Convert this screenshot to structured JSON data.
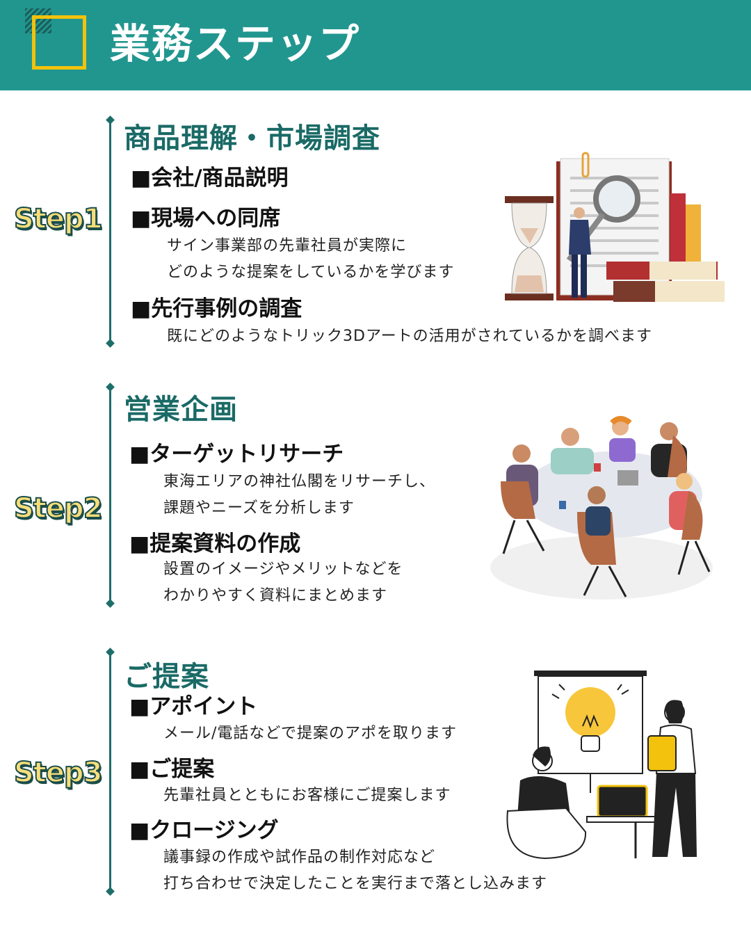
{
  "header": {
    "title": "業務ステップ"
  },
  "steps": [
    {
      "label": "Step1",
      "title": "商品理解・市場調査",
      "items": [
        {
          "title": "■会社/商品説明",
          "desc": []
        },
        {
          "title": "■現場への同席",
          "desc": [
            "サイン事業部の先輩社員が実際に",
            "どのような提案をしているかを学びます"
          ]
        },
        {
          "title": "■先行事例の調査",
          "desc": [
            "既にどのようなトリック3Dアートの活用がされているかを調べます"
          ]
        }
      ],
      "illustration": "research-illustration"
    },
    {
      "label": "Step2",
      "title": "営業企画",
      "items": [
        {
          "title": "■ターゲットリサーチ",
          "desc": [
            "東海エリアの神社仏閣をリサーチし、",
            "課題やニーズを分析します"
          ]
        },
        {
          "title": "■提案資料の作成",
          "desc": [
            "設置のイメージやメリットなどを",
            "わかりやすく資料にまとめます"
          ]
        }
      ],
      "illustration": "meeting-illustration"
    },
    {
      "label": "Step3",
      "title": "ご提案",
      "items": [
        {
          "title": "■アポイント",
          "desc": [
            "メール/電話などで提案のアポを取ります"
          ]
        },
        {
          "title": "■ご提案",
          "desc": [
            "先輩社員とともにお客様にご提案します"
          ]
        },
        {
          "title": "■クロージング",
          "desc": [
            "議事録の作成や試作品の制作対応など",
            "打ち合わせで決定したことを実行まで落とし込みます"
          ]
        }
      ],
      "illustration": "presentation-illustration"
    }
  ],
  "colors": {
    "header_bg": "#21968f",
    "accent_yellow": "#f2c20c",
    "title_teal": "#1a6a66"
  }
}
